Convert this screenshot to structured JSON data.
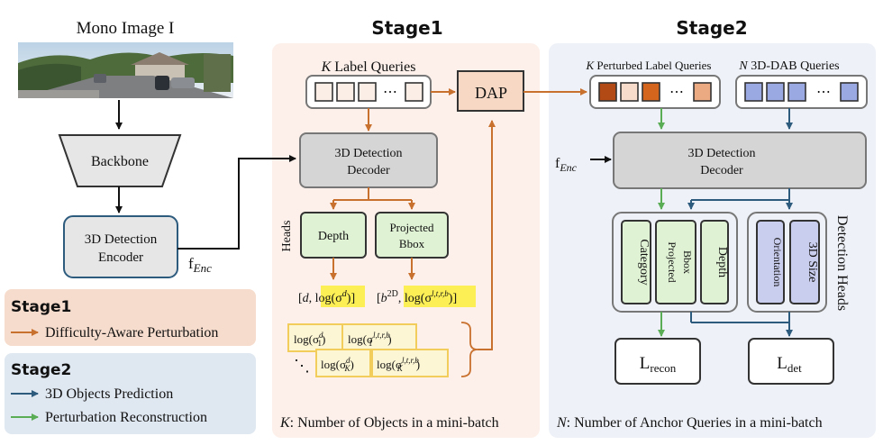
{
  "left": {
    "mono_title": "Mono Image I",
    "backbone": "Backbone",
    "encoder_line1": "3D Detection",
    "encoder_line2": "Encoder",
    "fenc_main": "f",
    "fenc_sub": "Enc"
  },
  "legend": {
    "stage1_title": "Stage1",
    "stage1_item": "Difficulty-Aware Perturbation",
    "stage2_title": "Stage2",
    "stage2_item1": "3D Objects Prediction",
    "stage2_item2": "Perturbation Reconstruction"
  },
  "stage1": {
    "title": "Stage1",
    "queries_k": "K",
    "queries_label": " Label Queries",
    "dap": "DAP",
    "decoder_line1": "3D Detection",
    "decoder_line2": "Decoder",
    "heads_label": "Heads",
    "depth": "Depth",
    "projected": "Projected",
    "bbox": "Bbox",
    "depth_out": "[d, log(σ^d)]",
    "bbox_out": "[b^2D, log(σ^l,t,r,b)]",
    "ellipsis": "⋯",
    "log_sigma_d1": "log(σ₁ᵈ)",
    "log_sigma_ltrb1": "log(σ₁ˡ'ᵗ'ʳ'ᵇ)",
    "log_sigma_dk": "log(σ_Kᵈ)",
    "log_sigma_ltrbk": "log(σ_Kˡ'ᵗ'ʳ'ᵇ)",
    "footnote_k": "K",
    "footnote": ": Number of Objects in a mini-batch"
  },
  "stage2": {
    "title": "Stage2",
    "perturbed_k": "K",
    "perturbed_label": " Perturbed Label Queries",
    "dab_n": "N",
    "dab_label": " 3D-DAB Queries",
    "fenc_main": "f",
    "fenc_sub": "Enc",
    "decoder_line1": "3D Detection",
    "decoder_line2": "Decoder",
    "category": "Category",
    "projected_bbox_1": "Projected",
    "projected_bbox_2": "Bbox",
    "depth": "Depth",
    "orientation": "Orientation",
    "size3d": "3D Size",
    "detection_heads": "Detection Heads",
    "l_recon_main": "L",
    "l_recon_sub": "recon",
    "l_det_main": "L",
    "l_det_sub": "det",
    "footnote_n": "N",
    "footnote": ": Number of Anchor Queries in a mini-batch"
  },
  "colors": {
    "stage1_bg": "#fdf0ea",
    "stage2_bg": "#eef1f7",
    "orange_arrow": "#c8702e",
    "blue_arrow": "#2d5b7e",
    "green_arrow": "#5aac55",
    "dap_fill": "#f6d8c4",
    "head_green": "#dff2d4",
    "head_blue": "#c9cdee",
    "yellow_highlight": "#fcef55"
  }
}
